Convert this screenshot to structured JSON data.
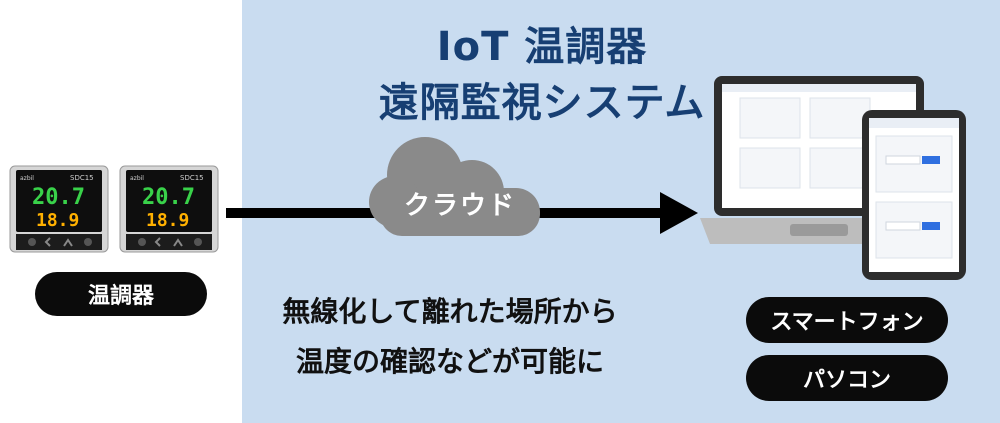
{
  "title": {
    "line1": "IoT 温調器",
    "line2": "遠隔監視システム"
  },
  "cloud": {
    "label": "クラウド"
  },
  "description": {
    "line1": "無線化して離れた場所から",
    "line2": "温度の確認などが可能に"
  },
  "controllers": {
    "label": "温調器",
    "units": [
      {
        "model": "SDC15",
        "pv": "20.7",
        "sv": "18.9"
      },
      {
        "model": "SDC15",
        "pv": "20.7",
        "sv": "18.9"
      }
    ]
  },
  "devices": {
    "smartphone_label": "スマートフォン",
    "pc_label": "パソコン"
  },
  "colors": {
    "panel_bg": "#c9dcf0",
    "title": "#173f73",
    "pill": "#0b0b0b",
    "pv_digits": "#39d24a",
    "sv_digits": "#ffb000",
    "cloud": "#8a8a8a"
  }
}
